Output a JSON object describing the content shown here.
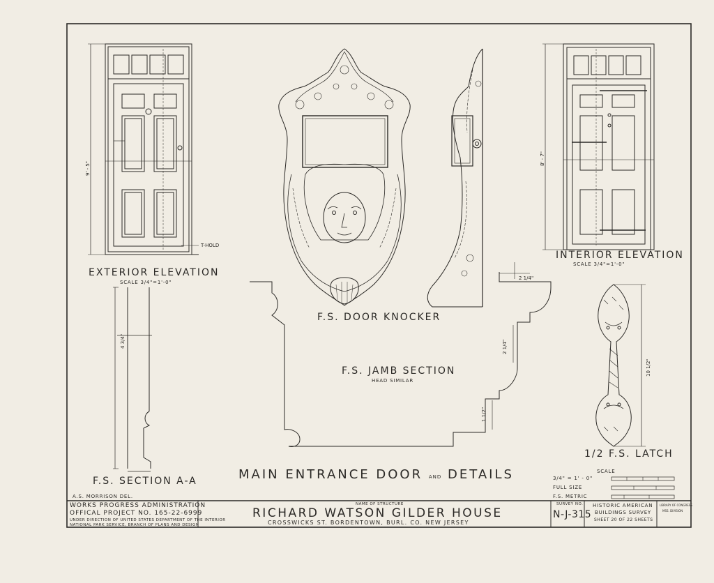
{
  "sheet": {
    "main_title": "MAIN ENTRANCE DOOR",
    "main_title_and": "AND",
    "main_title_tail": "DETAILS"
  },
  "views": {
    "exterior": {
      "label": "EXTERIOR ELEVATION",
      "scale": "SCALE 3/4\"=1'-0\"",
      "height_dim": "9' - 5\"",
      "holdback": "T-HOLD"
    },
    "interior": {
      "label": "INTERIOR ELEVATION",
      "scale": "SCALE 3/4\"=1'-0\"",
      "height_dim": "8' - 7\""
    },
    "knocker": {
      "label": "F.S. DOOR KNOCKER"
    },
    "jamb": {
      "label": "F.S. JAMB SECTION",
      "sublabel": "HEAD SIMILAR",
      "dim_top": "2 1/4\"",
      "dim_mid": "2 1/4\"",
      "dim_low": "1 1/2\""
    },
    "section_aa": {
      "label": "F.S. SECTION A-A",
      "dim": "4 3/4\""
    },
    "latch": {
      "label": "1/2 F.S. LATCH",
      "dim": "10 1/2\""
    }
  },
  "scale_legend": {
    "title": "SCALE",
    "rows": [
      "3/4\" = 1' - 0\"",
      "FULL SIZE",
      "F.S. METRIC"
    ]
  },
  "title_block": {
    "delineator": "A.S. MORRISON DEL.",
    "agency": "WORKS PROGRESS ADMINISTRATION",
    "project": "OFFICAL PROJECT NO. 165-22-6999",
    "direction_1": "UNDER DIRECTION OF UNITED STATES DEPARTMENT OF THE INTERIOR",
    "direction_2": "NATIONAL PARK SERVICE, BRANCH OF PLANS AND DESIGN",
    "structure_caption": "NAME OF STRUCTURE",
    "structure_name": "RICHARD WATSON GILDER HOUSE",
    "structure_location": "CROSSWICKS ST. BORDENTOWN, BURL. CO. NEW JERSEY",
    "survey_caption": "SURVEY NO.",
    "survey_no": "N-J-315",
    "survey_name_1": "HISTORIC AMERICAN",
    "survey_name_2": "BUILDINGS SURVEY",
    "sheet_no": "SHEET 20 OF 22 SHEETS",
    "library_1": "LIBRARY OF CONGRESS",
    "library_2": "MSS. DIVISION"
  }
}
